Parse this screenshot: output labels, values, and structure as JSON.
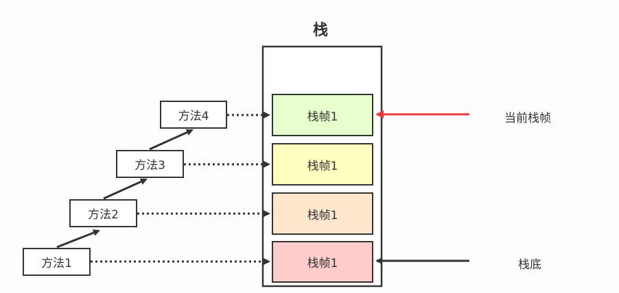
{
  "stack": {
    "title": "栈",
    "frames": [
      {
        "label": "栈帧1",
        "fill": "#e6ffcc"
      },
      {
        "label": "栈帧1",
        "fill": "#ffffc0"
      },
      {
        "label": "栈帧1",
        "fill": "#ffe6cc"
      },
      {
        "label": "栈帧1",
        "fill": "#ffcccc"
      }
    ]
  },
  "methods": [
    {
      "label": "方法4"
    },
    {
      "label": "方法3"
    },
    {
      "label": "方法2"
    },
    {
      "label": "方法1"
    }
  ],
  "pointers": {
    "current": {
      "label": "当前栈帧",
      "color": "#e83a3a"
    },
    "bottom": {
      "label": "栈底",
      "color": "#333333"
    }
  }
}
